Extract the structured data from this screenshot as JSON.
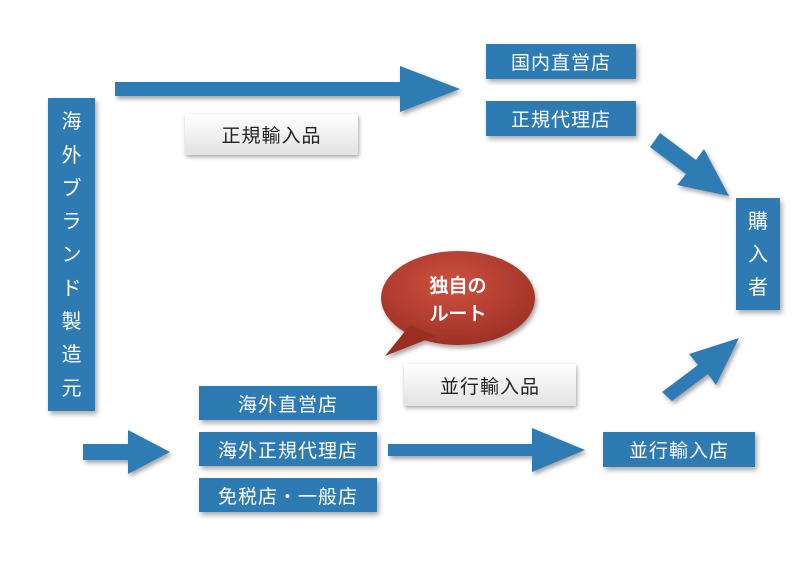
{
  "origin": {
    "chars": [
      "海",
      "外",
      "ブ",
      "ラ",
      "ン",
      "ド",
      "製",
      "造",
      "元"
    ]
  },
  "buyer": {
    "chars": [
      "購",
      "入",
      "者"
    ]
  },
  "stores": {
    "domestic_direct": "国内直営店",
    "official_agent": "正規代理店",
    "overseas_direct": "海外直営店",
    "overseas_official_agent": "海外正規代理店",
    "duty_free_general": "免税店・一般店",
    "parallel_import_store": "並行輸入店"
  },
  "labels": {
    "official_import": "正規輸入品",
    "parallel_import": "並行輸入品"
  },
  "bubble": {
    "line1": "独自の",
    "line2": "ルート"
  },
  "colors": {
    "box": "#2e7bb3",
    "bubble": "#b63d2f"
  }
}
